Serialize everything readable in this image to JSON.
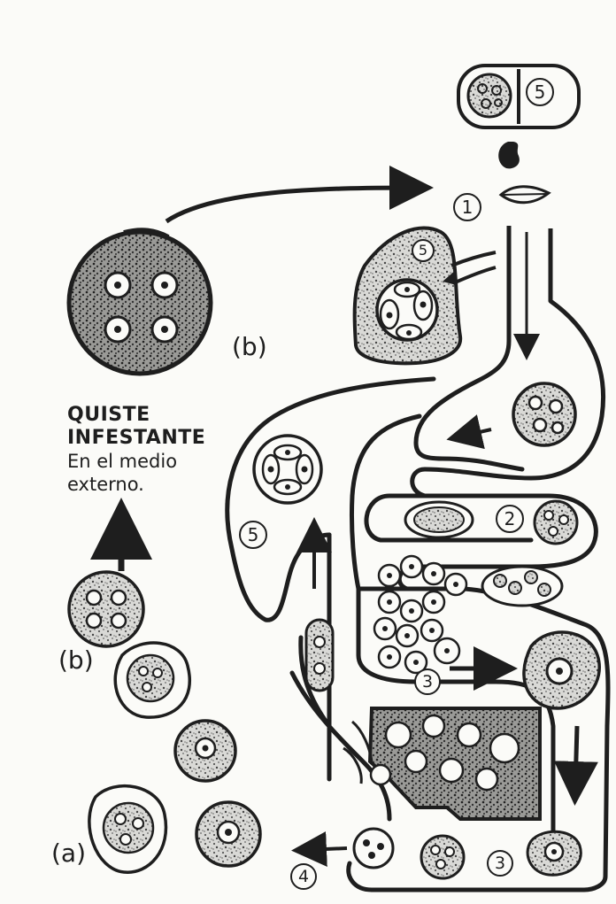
{
  "stage_labels": {
    "one": "1",
    "two": "2",
    "three": "3",
    "four": "4",
    "five": "5"
  },
  "form_labels": {
    "b": "(b)",
    "a": "(a)"
  },
  "caption": {
    "line1": "QUISTE",
    "line2": "INFESTANTE",
    "line3": "En el medio",
    "line4": "externo."
  },
  "colors": {
    "ink": "#1e1e1e",
    "paper": "#fbfbf8",
    "cell_texture": "#8a8a8a"
  }
}
